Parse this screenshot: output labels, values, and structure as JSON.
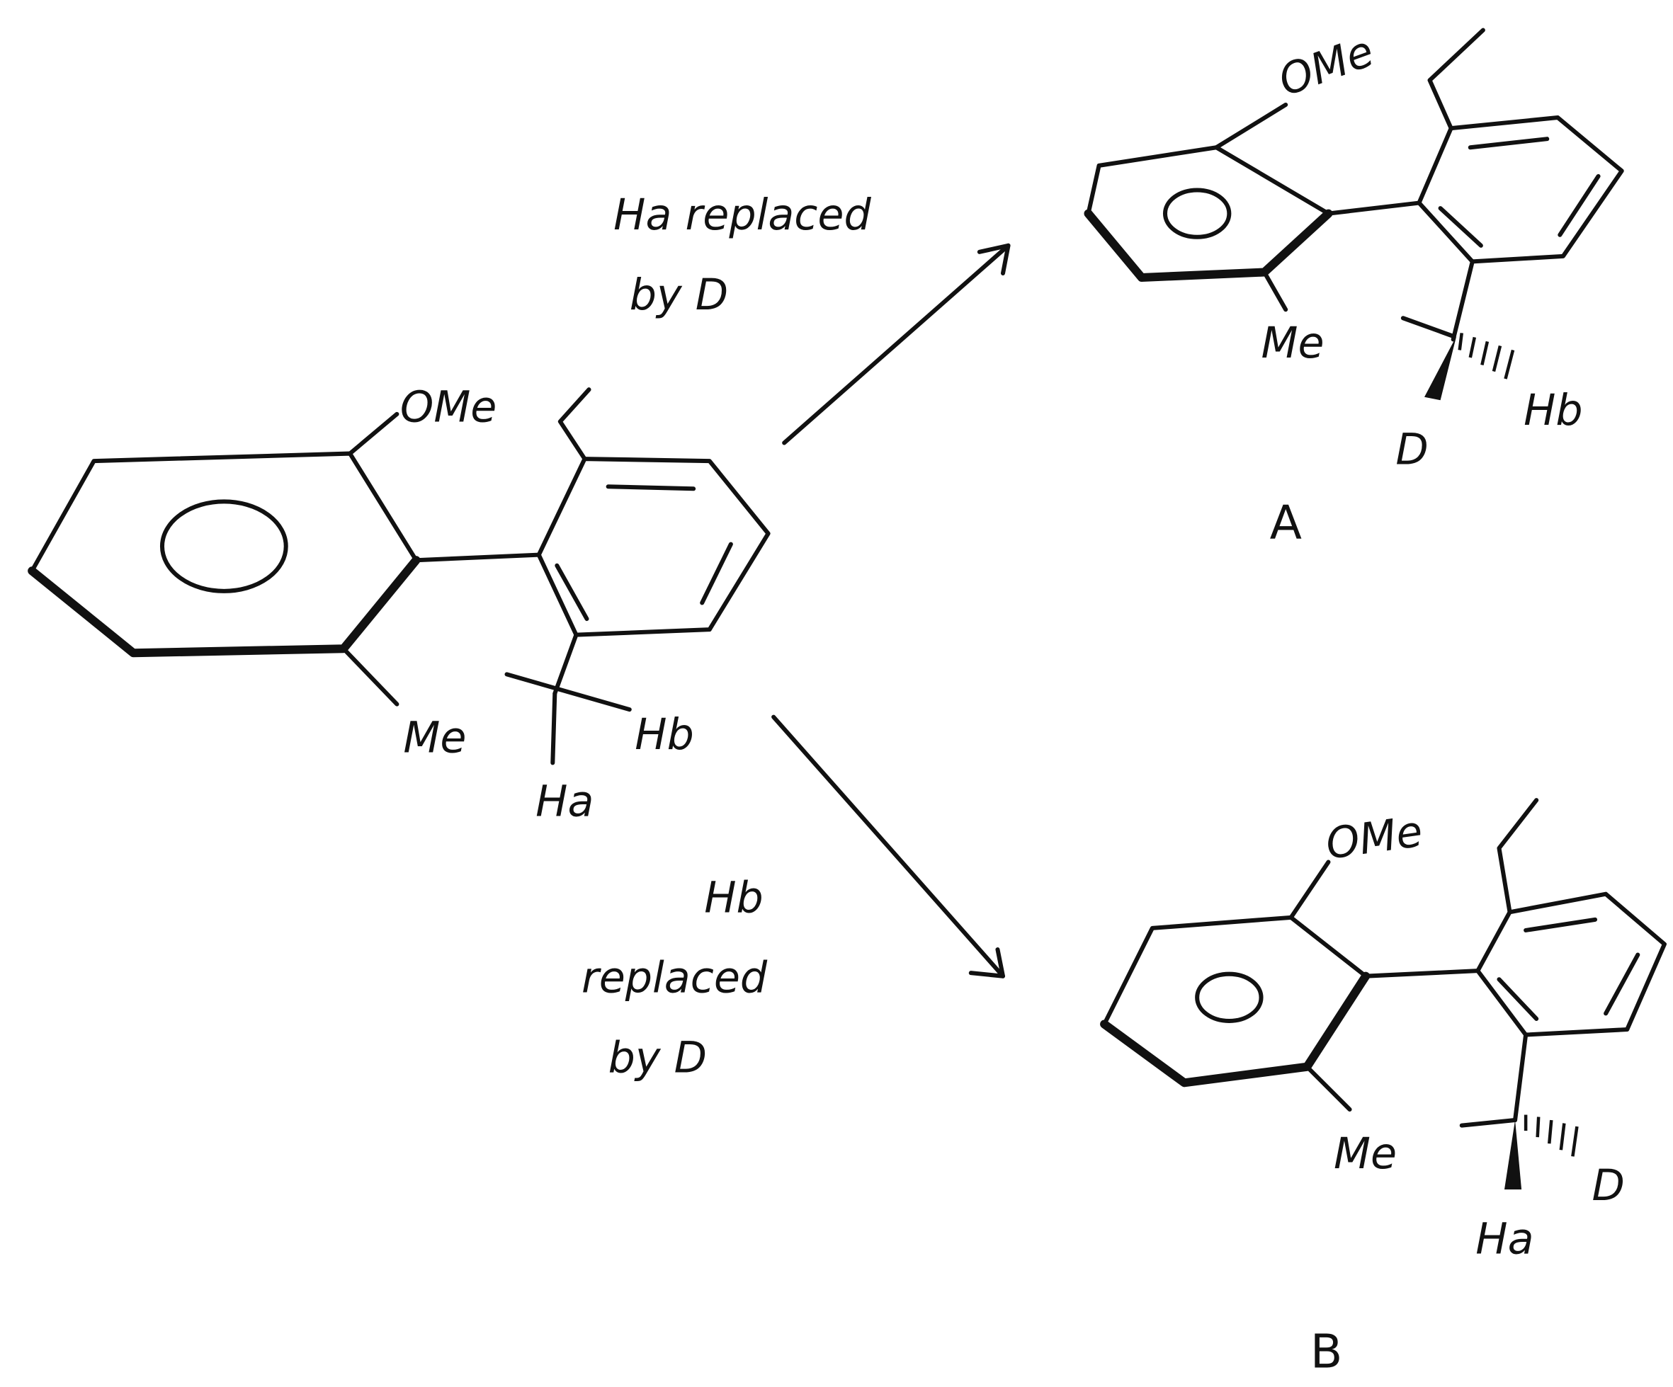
{
  "start": {
    "ome": "OMe",
    "me": "Me",
    "hb": "Hb",
    "ha": "Ha"
  },
  "arrow_up": {
    "line1": "Ha replaced",
    "line2": "by D"
  },
  "arrow_down": {
    "line1": "Hb",
    "line2": "replaced",
    "line3": "by D"
  },
  "product_a": {
    "label": "A",
    "ome": "OMe",
    "me": "Me",
    "hb": "Hb",
    "d": "D"
  },
  "product_b": {
    "label": "B",
    "ome": "OMe",
    "me": "Me",
    "d": "D",
    "ha": "Ha"
  },
  "colors": {
    "ink": "#111111",
    "paper": "#ffffff"
  }
}
